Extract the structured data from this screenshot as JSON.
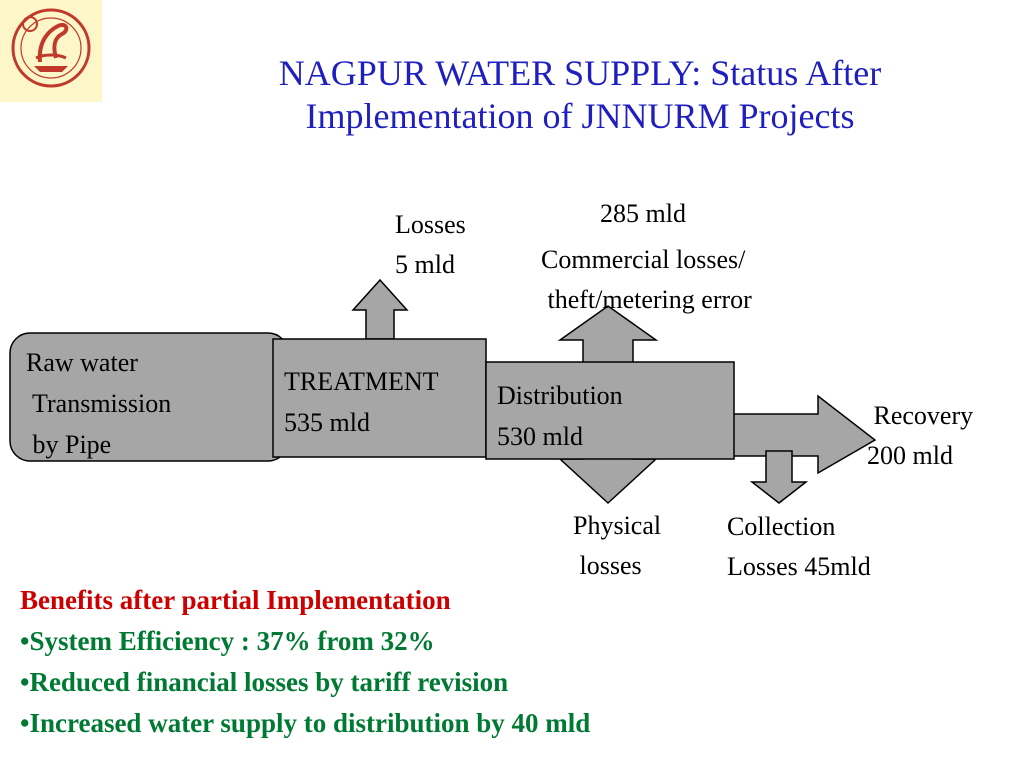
{
  "title": {
    "line1": "NAGPUR WATER SUPPLY:  Status After",
    "line2": "Implementation of JNNURM Projects"
  },
  "logo": {
    "icon": "institution-emblem-icon"
  },
  "diagram": {
    "raw_water": {
      "lines": [
        "Raw water",
        " Transmission",
        " by Pipe"
      ]
    },
    "treatment": {
      "lines": [
        "TREATMENT",
        "535 mld"
      ]
    },
    "distribution": {
      "lines": [
        "Distribution",
        "530 mld"
      ]
    },
    "treatment_losses": {
      "lines": [
        "Losses",
        "5 mld"
      ]
    },
    "commercial_losses": {
      "value": "285 mld",
      "lines": [
        "Commercial losses/",
        " theft/metering error"
      ]
    },
    "physical_losses": {
      "lines": [
        "Physical",
        " losses"
      ]
    },
    "collection_losses": {
      "lines": [
        "Collection",
        "Losses 45mld"
      ]
    },
    "recovery": {
      "lines": [
        " Recovery",
        "200 mld"
      ]
    }
  },
  "benefits": {
    "heading": "Benefits after partial Implementation",
    "items": [
      "•System Efficiency : 37% from 32%",
      "•Reduced financial losses by tariff revision",
      "•Increased water supply to distribution by 40 mld"
    ]
  },
  "colors": {
    "title": "#1f1fbf",
    "box_fill": "#a6a6a6",
    "benefits_heading": "#cc0000",
    "benefits_items": "#007a33",
    "logo_bg": "#fdf6c8",
    "logo_red": "#c0392b"
  }
}
